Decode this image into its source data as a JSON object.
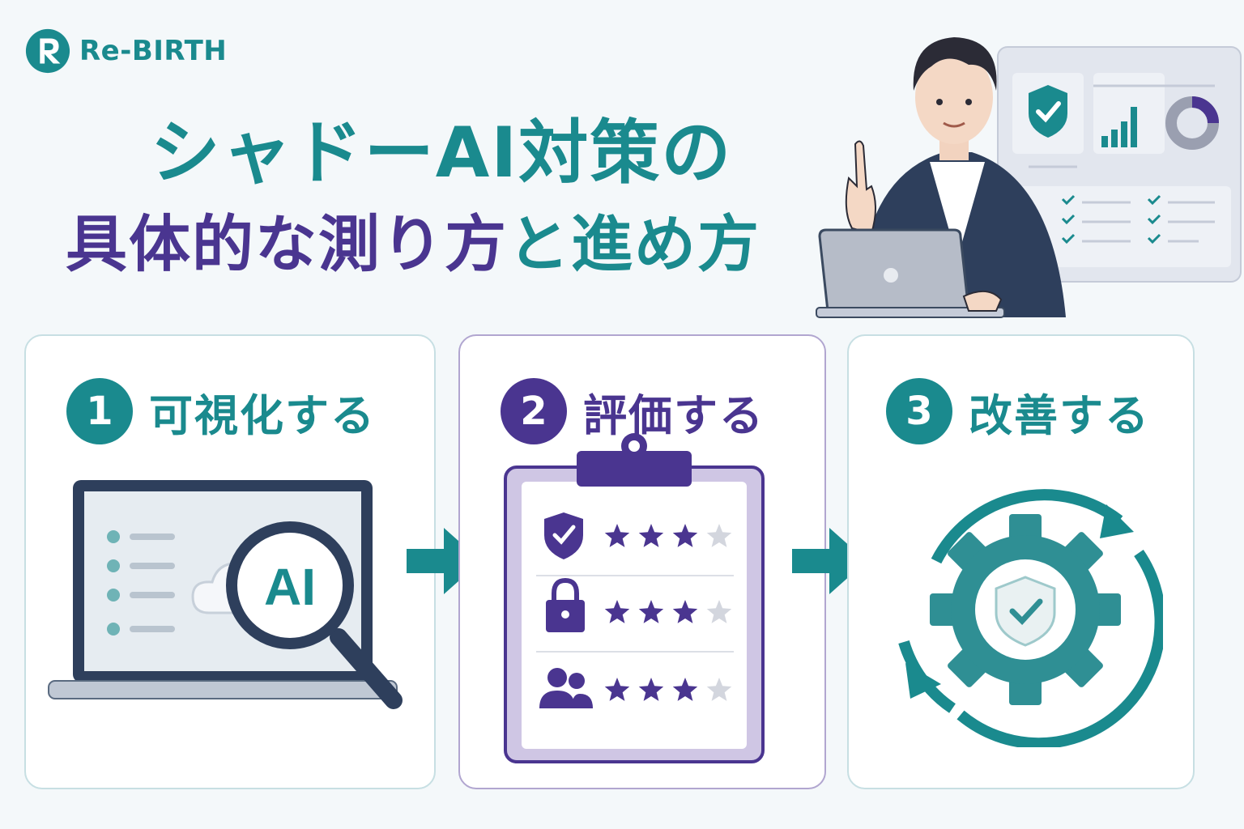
{
  "brand": {
    "name": "Re-BIRTH"
  },
  "title": {
    "line1": "シャドーAI対策の",
    "line2_part1": "具体的な測り方",
    "line2_part2": "と",
    "line2_part3": "進め方"
  },
  "steps": [
    {
      "number": "1",
      "label": "可視化する"
    },
    {
      "number": "2",
      "label": "評価する"
    },
    {
      "number": "3",
      "label": "改善する"
    }
  ],
  "illustration_text": {
    "ai_badge": "AI"
  },
  "evaluation": {
    "rows": [
      {
        "icon": "shield-check-icon",
        "rating": 3,
        "max": 4
      },
      {
        "icon": "lock-icon",
        "rating": 3,
        "max": 4
      },
      {
        "icon": "users-icon",
        "rating": 3,
        "max": 4
      }
    ]
  },
  "colors": {
    "teal": "#1a8a8e",
    "purple": "#4a3590",
    "background": "#f4f8fa",
    "navy": "#2e3f5c"
  }
}
